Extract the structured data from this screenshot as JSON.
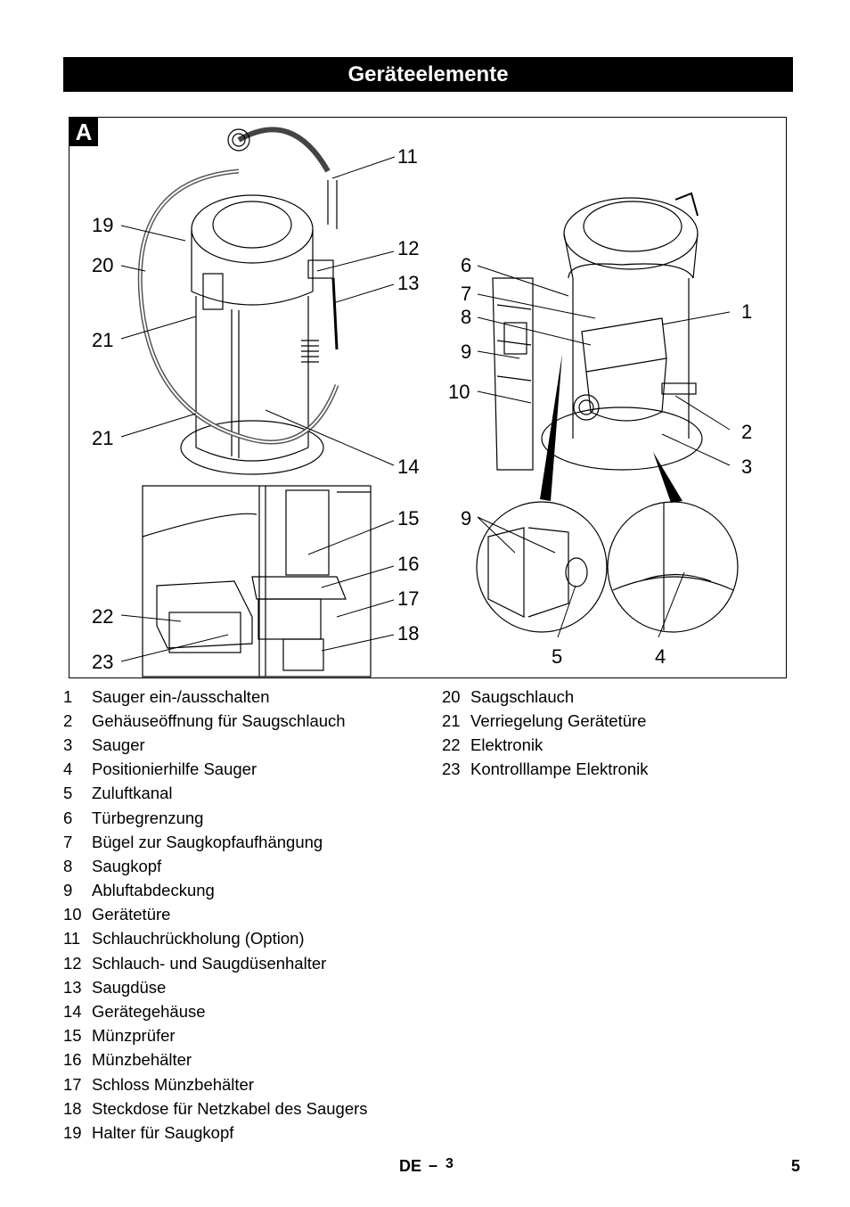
{
  "header": {
    "title": "Geräteelemente"
  },
  "figure": {
    "letter": "A",
    "callouts": [
      "11",
      "19",
      "12",
      "20",
      "13",
      "21",
      "21",
      "14",
      "15",
      "16",
      "22",
      "17",
      "18",
      "23",
      "6",
      "7",
      "1",
      "8",
      "9",
      "10",
      "2",
      "3",
      "9",
      "5",
      "4"
    ]
  },
  "legend": {
    "left": [
      {
        "num": "1",
        "text": "Sauger ein-/ausschalten"
      },
      {
        "num": "2",
        "text": "Gehäuseöffnung für Saugschlauch"
      },
      {
        "num": "3",
        "text": "Sauger"
      },
      {
        "num": "4",
        "text": "Positionierhilfe Sauger"
      },
      {
        "num": "5",
        "text": "Zuluftkanal"
      },
      {
        "num": "6",
        "text": "Türbegrenzung"
      },
      {
        "num": "7",
        "text": "Bügel zur Saugkopfaufhängung"
      },
      {
        "num": "8",
        "text": "Saugkopf"
      },
      {
        "num": "9",
        "text": "Abluftabdeckung"
      },
      {
        "num": "10",
        "text": "Gerätetüre"
      },
      {
        "num": "11",
        "text": "Schlauchrückholung (Option)"
      },
      {
        "num": "12",
        "text": "Schlauch- und Saugdüsenhalter"
      },
      {
        "num": "13",
        "text": "Saugdüse"
      },
      {
        "num": "14",
        "text": "Gerätegehäuse"
      },
      {
        "num": "15",
        "text": "Münzprüfer"
      },
      {
        "num": "16",
        "text": "Münzbehälter"
      },
      {
        "num": "17",
        "text": "Schloss Münzbehälter"
      },
      {
        "num": "18",
        "text": "Steckdose für Netzkabel des Saugers"
      },
      {
        "num": "19",
        "text": "Halter für Saugkopf"
      }
    ],
    "right": [
      {
        "num": "20",
        "text": "Saugschlauch"
      },
      {
        "num": "21",
        "text": "Verriegelung Gerätetüre"
      },
      {
        "num": "22",
        "text": "Elektronik"
      },
      {
        "num": "23",
        "text": "Kontrolllampe Elektronik"
      }
    ]
  },
  "footer": {
    "lang": "DE",
    "dash": "–",
    "sub": "3",
    "page": "5"
  }
}
